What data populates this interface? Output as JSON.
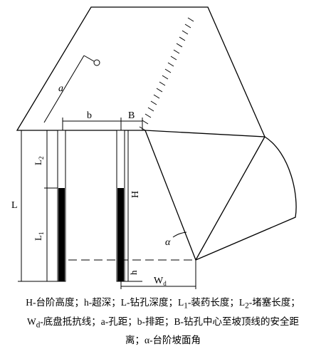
{
  "labels": {
    "a": "a",
    "b": "b",
    "B": "B",
    "L": "L",
    "L2": "L",
    "L2_sub": "2",
    "L1": "L",
    "L1_sub": "1",
    "H": "H",
    "h": "h",
    "Wd": "W",
    "Wd_sub": "d",
    "alpha": "α"
  },
  "caption": {
    "line1_a": "H-台阶高度；h-超深；L-钻孔深度；L",
    "line1_a_sub": "1",
    "line1_b": "-装药长度；L",
    "line1_b_sub": "2",
    "line1_c": "-堵塞长度；",
    "line2_a": "W",
    "line2_a_sub": "d",
    "line2_b": "-底盘抵抗线；a-孔距；b-排距；B-钻孔中心至坡顶线的安全距",
    "line3": "离；α-台阶坡面角"
  }
}
